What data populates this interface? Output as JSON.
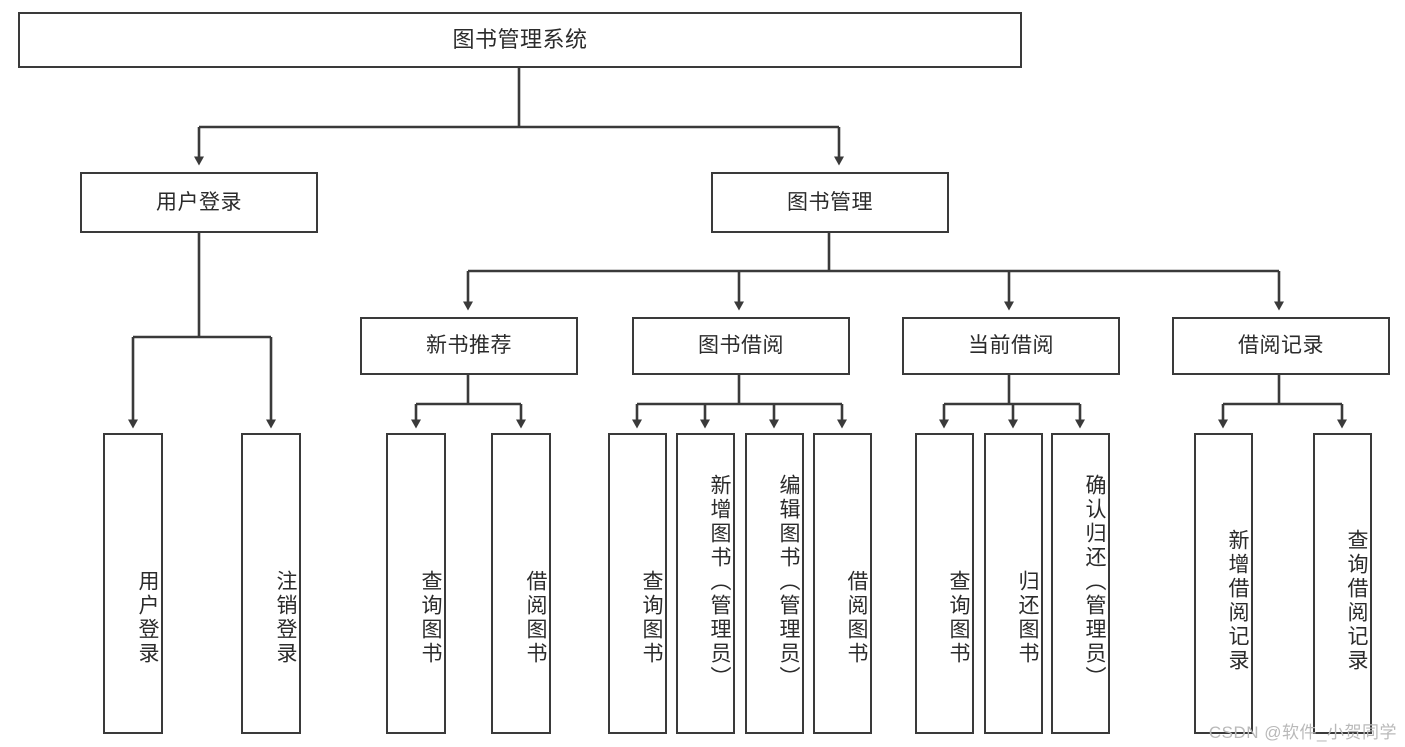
{
  "diagram": {
    "title": "图书管理系统",
    "type": "hierarchy-tree",
    "watermark": "CSDN @软件_小贺同学",
    "colors": {
      "stroke": "#3a3a3a",
      "fill": "#ffffff",
      "text": "#2b2b2b",
      "watermark": "#b9b9b9"
    },
    "nodes": {
      "root": {
        "label": "图书管理系统"
      },
      "level1": [
        {
          "id": "user-login",
          "label": "用户登录"
        },
        {
          "id": "book-management",
          "label": "图书管理"
        }
      ],
      "level2": [
        {
          "id": "new-book-recommend",
          "label": "新书推荐"
        },
        {
          "id": "book-borrow",
          "label": "图书借阅"
        },
        {
          "id": "current-borrow",
          "label": "当前借阅"
        },
        {
          "id": "borrow-record",
          "label": "借阅记录"
        }
      ],
      "leaves": {
        "user-login": [
          {
            "id": "leaf-user-login",
            "label": "用户登录"
          },
          {
            "id": "leaf-logout",
            "label": "注销登录"
          }
        ],
        "new-book-recommend": [
          {
            "id": "leaf-query-book-1",
            "label": "查询图书"
          },
          {
            "id": "leaf-borrow-book-1",
            "label": "借阅图书"
          }
        ],
        "book-borrow": [
          {
            "id": "leaf-query-book-2",
            "label": "查询图书"
          },
          {
            "id": "leaf-add-book",
            "label": "新增图书（管理员）"
          },
          {
            "id": "leaf-edit-book",
            "label": "编辑图书（管理员）"
          },
          {
            "id": "leaf-borrow-book-2",
            "label": "借阅图书"
          }
        ],
        "current-borrow": [
          {
            "id": "leaf-query-book-3",
            "label": "查询图书"
          },
          {
            "id": "leaf-return-book",
            "label": "归还图书"
          },
          {
            "id": "leaf-confirm-return",
            "label": "确认归还（管理员）"
          }
        ],
        "borrow-record": [
          {
            "id": "leaf-add-record",
            "label": "新增借阅记录"
          },
          {
            "id": "leaf-query-record",
            "label": "查询借阅记录"
          }
        ]
      }
    }
  }
}
